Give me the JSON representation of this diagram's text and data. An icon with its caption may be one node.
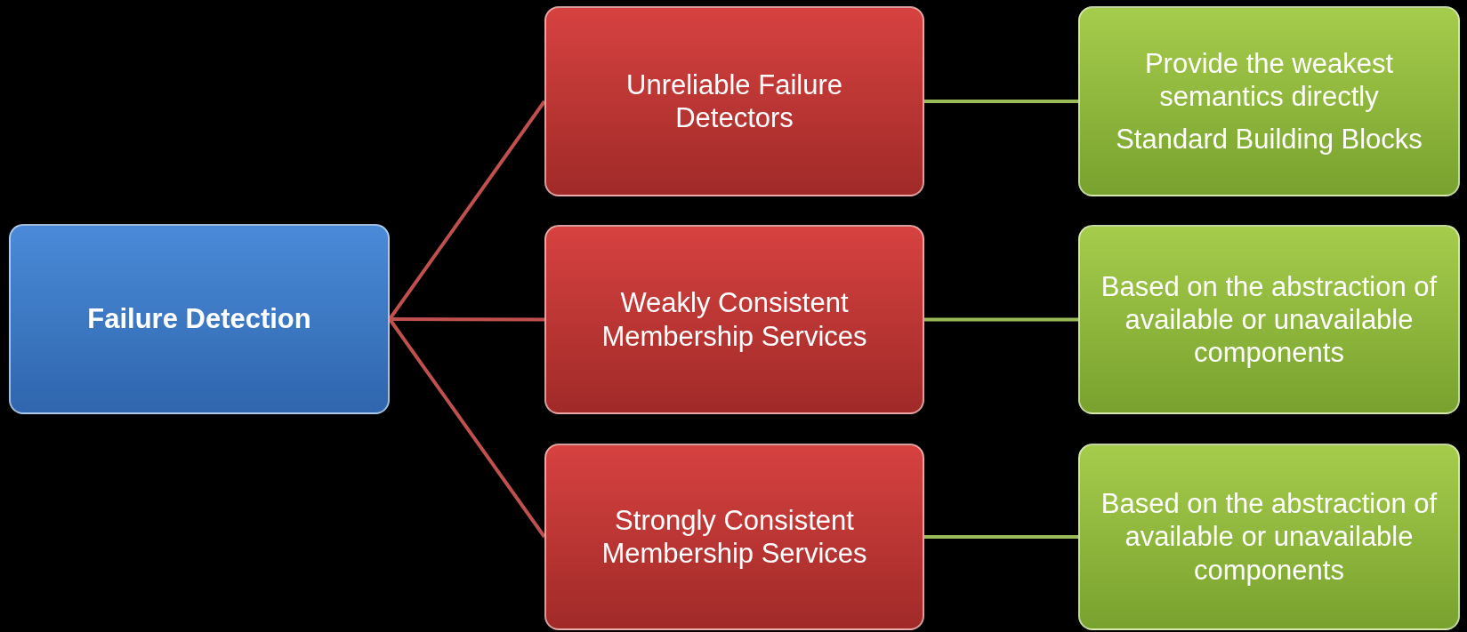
{
  "diagram": {
    "nodes": [
      {
        "text": [
          "Failure Detection"
        ]
      },
      {
        "text": [
          "Unreliable Failure Detectors"
        ]
      },
      {
        "text": [
          "Weakly Consistent Membership Services"
        ]
      },
      {
        "text": [
          "Strongly Consistent Membership Services"
        ]
      },
      {
        "text": [
          "Provide the weakest semantics directly",
          "Standard Building Blocks"
        ]
      },
      {
        "text": [
          "Based on the abstraction of available or unavailable components"
        ]
      },
      {
        "text": [
          "Based on the abstraction of available or unavailable components"
        ]
      }
    ],
    "edges": [
      {
        "from": 0,
        "to": 1,
        "arrow": "none"
      },
      {
        "from": 0,
        "to": 2,
        "arrow": "none"
      },
      {
        "from": 0,
        "to": 3,
        "arrow": "none"
      },
      {
        "from": 1,
        "to": 4,
        "arrow": "none",
        "color": "#9bbb59"
      },
      {
        "from": 2,
        "to": 5,
        "arrow": "none",
        "color": "#9bbb59"
      },
      {
        "from": 3,
        "to": 6,
        "arrow": "none",
        "color": "#9bbb59"
      }
    ]
  }
}
